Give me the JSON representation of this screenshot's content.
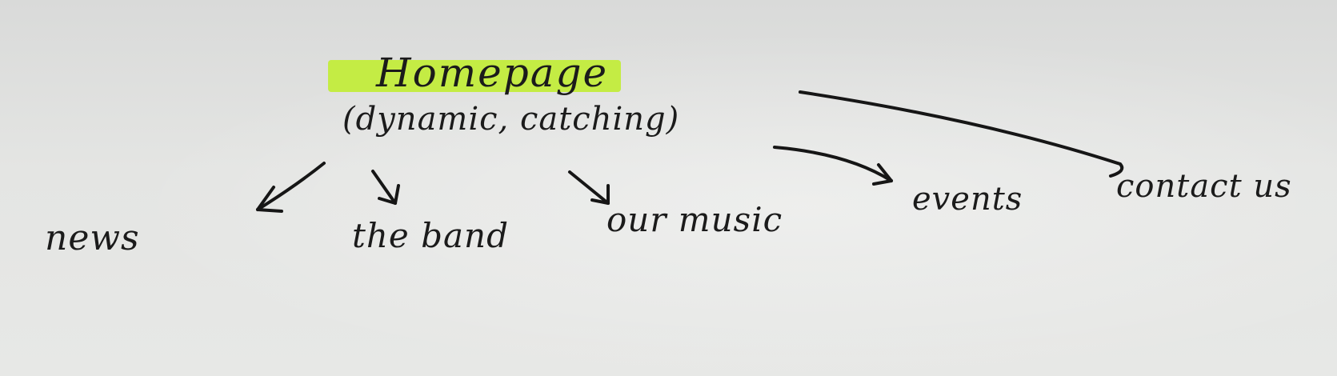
{
  "diagram": {
    "root": {
      "title": "Homepage",
      "subtitle": "(dynamic, catching)",
      "highlight_color": "#c2ec3b"
    },
    "children": [
      {
        "label": "news"
      },
      {
        "label": "the band"
      },
      {
        "label": "our music"
      },
      {
        "label": "events"
      },
      {
        "label": "contact us"
      }
    ],
    "ink_color": "#161616"
  }
}
